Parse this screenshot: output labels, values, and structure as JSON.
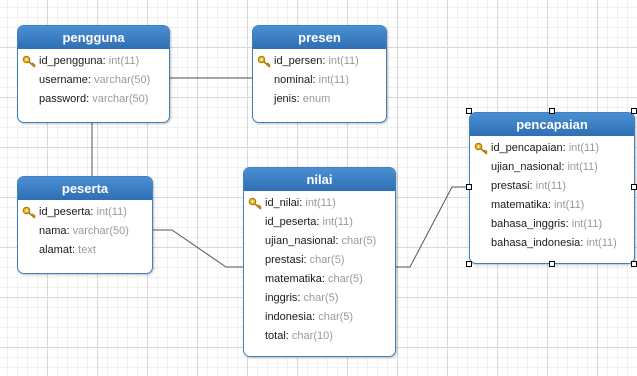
{
  "tables": {
    "pengguna": {
      "title": "pengguna",
      "fields": [
        {
          "name": "id_pengguna",
          "type": "int(11)",
          "pk": true
        },
        {
          "name": "username",
          "type": "varchar(50)",
          "pk": false
        },
        {
          "name": "password",
          "type": "varchar(50)",
          "pk": false
        }
      ]
    },
    "presen": {
      "title": "presen",
      "fields": [
        {
          "name": "id_persen",
          "type": "int(11)",
          "pk": true
        },
        {
          "name": "nominal",
          "type": "int(11)",
          "pk": false
        },
        {
          "name": "jenis",
          "type": "enum",
          "pk": false
        }
      ]
    },
    "peserta": {
      "title": "peserta",
      "fields": [
        {
          "name": "id_peserta",
          "type": "int(11)",
          "pk": true
        },
        {
          "name": "nama",
          "type": "varchar(50)",
          "pk": false
        },
        {
          "name": "alamat",
          "type": "text",
          "pk": false
        }
      ]
    },
    "nilai": {
      "title": "nilai",
      "fields": [
        {
          "name": "id_nilai",
          "type": "int(11)",
          "pk": true
        },
        {
          "name": "id_peserta",
          "type": "int(11)",
          "pk": false
        },
        {
          "name": "ujian_nasional",
          "type": "char(5)",
          "pk": false
        },
        {
          "name": "prestasi",
          "type": "char(5)",
          "pk": false
        },
        {
          "name": "matematika",
          "type": "char(5)",
          "pk": false
        },
        {
          "name": "inggris",
          "type": "char(5)",
          "pk": false
        },
        {
          "name": "indonesia",
          "type": "char(5)",
          "pk": false
        },
        {
          "name": "total",
          "type": "char(10)",
          "pk": false
        }
      ]
    },
    "pencapaian": {
      "title": "pencapaian",
      "fields": [
        {
          "name": "id_pencapaian",
          "type": "int(11)",
          "pk": true
        },
        {
          "name": "ujian_nasional",
          "type": "int(11)",
          "pk": false
        },
        {
          "name": "prestasi",
          "type": "int(11)",
          "pk": false
        },
        {
          "name": "matematika",
          "type": "int(11)",
          "pk": false
        },
        {
          "name": "bahasa_inggris",
          "type": "int(11)",
          "pk": false
        },
        {
          "name": "bahasa_indonesia",
          "type": "int(11)",
          "pk": false
        }
      ]
    }
  },
  "relations": [
    {
      "from": "pengguna",
      "to": "presen"
    },
    {
      "from": "pengguna",
      "to": "peserta"
    },
    {
      "from": "peserta",
      "to": "nilai"
    },
    {
      "from": "nilai",
      "to": "pencapaian"
    }
  ],
  "selected_table": "pencapaian",
  "colors": {
    "header": "#3f7fc2",
    "border": "#3f7fc2",
    "line": "#555555",
    "type_text": "#9a9a9a",
    "key_icon": "#e0a800"
  },
  "icons": {
    "primary_key": "key-icon"
  }
}
